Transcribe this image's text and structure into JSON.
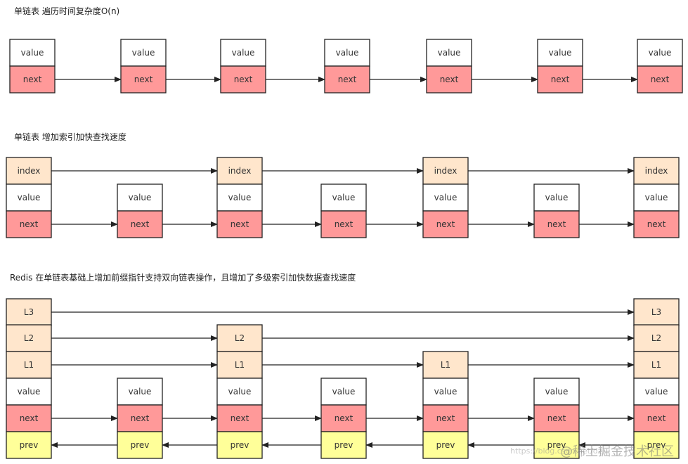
{
  "captions": {
    "s1": "单链表 遍历时间复杂度O(n)",
    "s2": "单链表 增加索引加快查找速度",
    "s3": "Redis 在单链表基础上增加前缀指针支持双向链表操作，且增加了多级索引加快数据查找速度"
  },
  "labels": {
    "value": "value",
    "next": "next",
    "index": "index",
    "prev": "prev",
    "L1": "L1",
    "L2": "L2",
    "L3": "L3"
  },
  "colors": {
    "value": "#ffffff",
    "next": "#ff9999",
    "index": "#ffe6cc",
    "prev": "#ffff99",
    "stroke": "#222222"
  },
  "watermark": {
    "text": "@稀土掘金技术社区",
    "url": "https://blog.csdn.net/dz..."
  }
}
